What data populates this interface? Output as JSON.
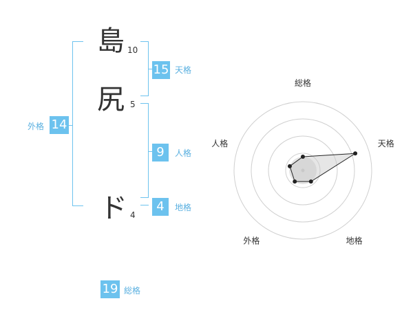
{
  "name": {
    "characters": [
      {
        "char": "島",
        "strokes": "10"
      },
      {
        "char": "尻",
        "strokes": "5"
      },
      {
        "char": "ド",
        "strokes": "4"
      }
    ]
  },
  "kakusu": {
    "tenkaku": {
      "label": "天格",
      "value": "15"
    },
    "jinkaku": {
      "label": "人格",
      "value": "9"
    },
    "chikaku": {
      "label": "地格",
      "value": "4"
    },
    "gaikaku": {
      "label": "外格",
      "value": "14"
    },
    "soukaku": {
      "label": "総格",
      "value": "19"
    }
  },
  "colors": {
    "accent": "#6cc2ee",
    "text": "#333333"
  },
  "chart_data": {
    "type": "radar",
    "axes": [
      "総格",
      "天格",
      "地格",
      "外格",
      "人格"
    ],
    "values": [
      1,
      4,
      1,
      1,
      1
    ],
    "rmax": 5,
    "rings": 4,
    "grid": true
  }
}
